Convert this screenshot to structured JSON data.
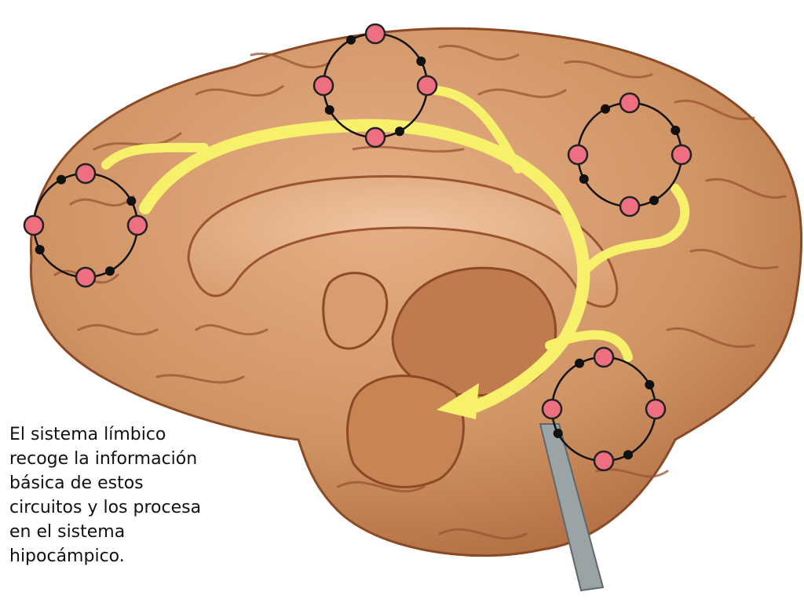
{
  "caption": {
    "lines": [
      "El sistema límbico",
      "recoge la información",
      "básica de estos",
      "circuitos y los procesa",
      "en el sistema",
      "hipocámpico."
    ]
  },
  "colors": {
    "brain_base": "#c98a5c",
    "brain_light": "#e2aa7c",
    "brain_dark": "#8a4a26",
    "pathway": "#f7f06a",
    "node_fill": "#ee6f7f",
    "synapse": "#111111"
  },
  "circuits": [
    {
      "name": "frontal-circuit"
    },
    {
      "name": "parietal-top-circuit"
    },
    {
      "name": "parietal-posterior-circuit"
    },
    {
      "name": "temporal-circuit"
    }
  ]
}
